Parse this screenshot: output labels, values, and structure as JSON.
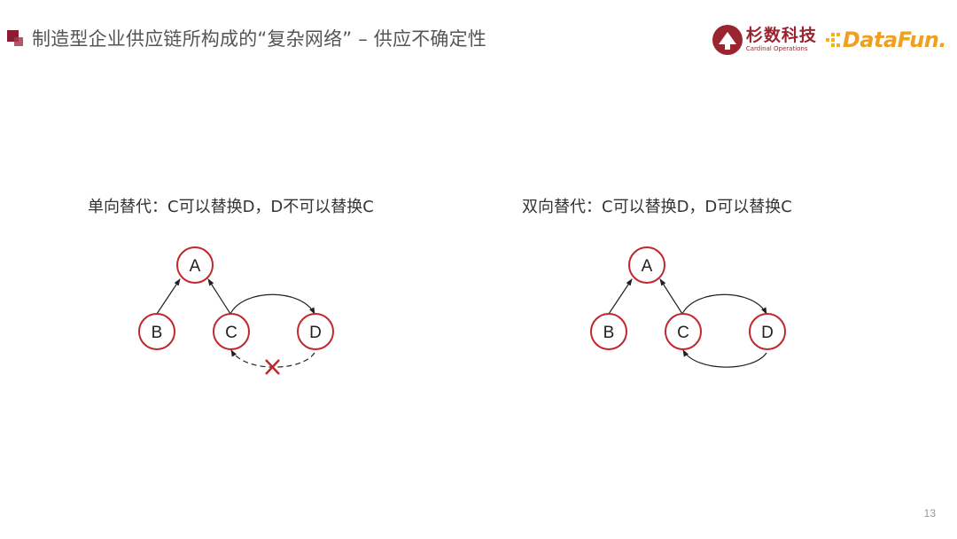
{
  "header": {
    "title": "制造型企业供应链所构成的“复杂网络” – 供应不确定性",
    "logos": {
      "cardinal_cn": "杉数科技",
      "cardinal_en": "Cardinal Operations",
      "datafun": "DataFun."
    }
  },
  "diagrams": [
    {
      "caption": "单向替代：C可以替换D，D不可以替换C",
      "nodes": [
        {
          "id": "A",
          "label": "A"
        },
        {
          "id": "B",
          "label": "B"
        },
        {
          "id": "C",
          "label": "C"
        },
        {
          "id": "D",
          "label": "D"
        }
      ],
      "edges": [
        {
          "from": "B",
          "to": "A",
          "style": "solid"
        },
        {
          "from": "C",
          "to": "A",
          "style": "solid"
        },
        {
          "from": "C",
          "to": "D",
          "style": "solid"
        },
        {
          "from": "D",
          "to": "C",
          "style": "dashed",
          "blocked": true
        }
      ]
    },
    {
      "caption": "双向替代：C可以替换D，D可以替换C",
      "nodes": [
        {
          "id": "A",
          "label": "A"
        },
        {
          "id": "B",
          "label": "B"
        },
        {
          "id": "C",
          "label": "C"
        },
        {
          "id": "D",
          "label": "D"
        }
      ],
      "edges": [
        {
          "from": "B",
          "to": "A",
          "style": "solid"
        },
        {
          "from": "C",
          "to": "A",
          "style": "solid"
        },
        {
          "from": "C",
          "to": "D",
          "style": "solid"
        },
        {
          "from": "D",
          "to": "C",
          "style": "solid"
        }
      ]
    }
  ],
  "colors": {
    "accent": "#8b1c33",
    "node_stroke": "#c0282d",
    "datafun": "#f0a020"
  },
  "footer": {
    "page_number": "13"
  }
}
